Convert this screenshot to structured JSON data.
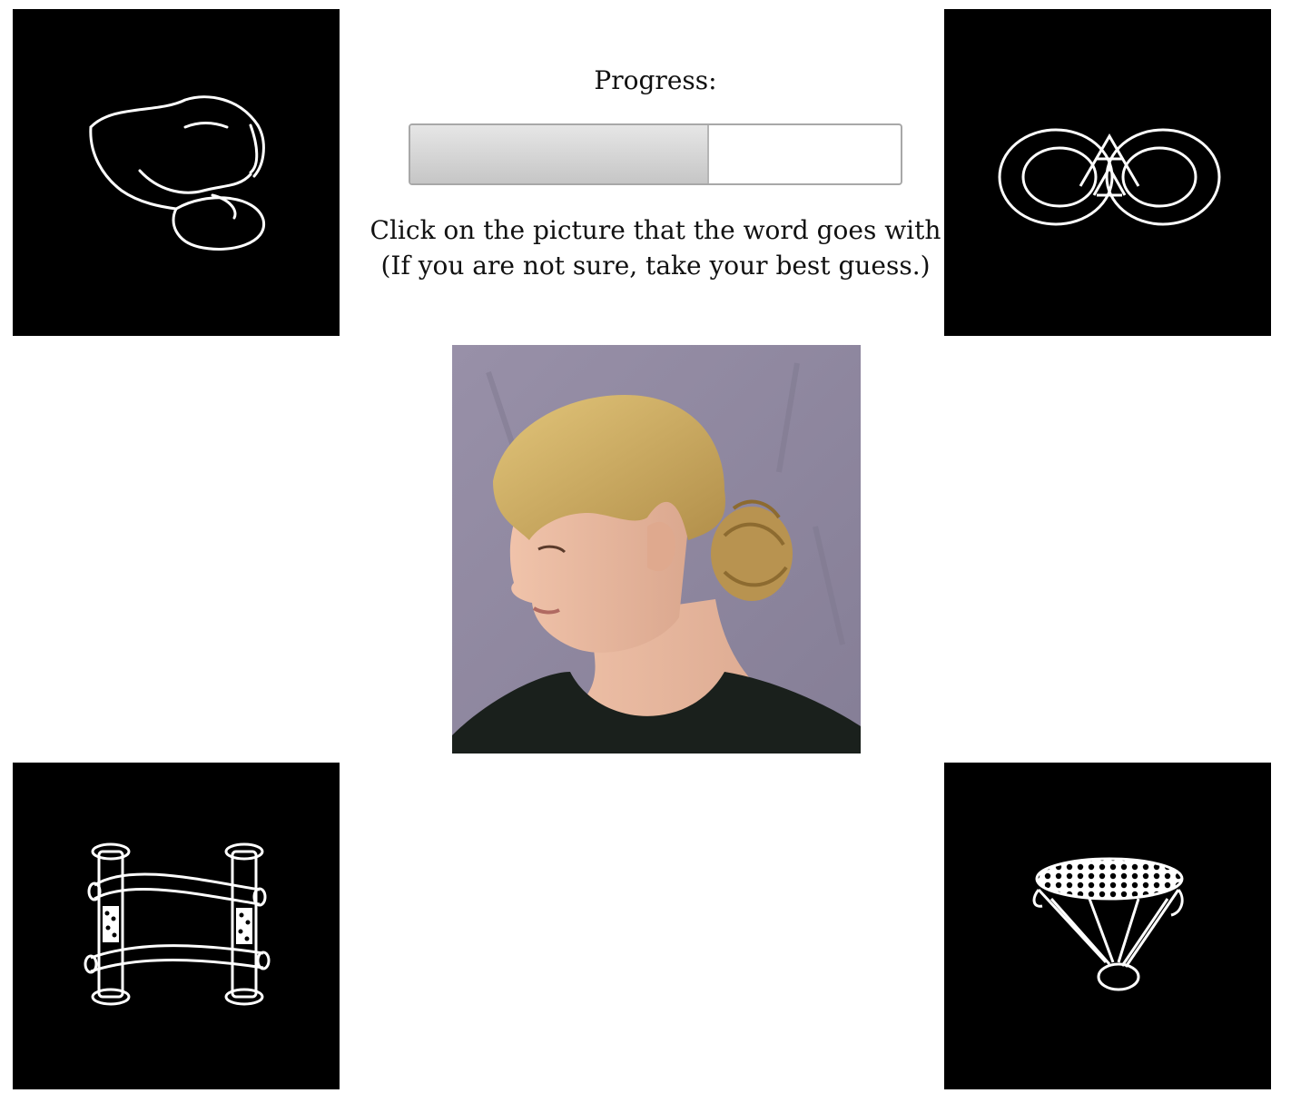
{
  "progress": {
    "label": "Progress:",
    "value_fraction": 0.61
  },
  "instructions": {
    "line1": "Click on the picture that the word goes with",
    "line2": "(If you are not sure, take your best guess.)"
  },
  "choices": [
    {
      "position": "top-left",
      "icon": "curled-loop-object-icon"
    },
    {
      "position": "top-right",
      "icon": "interlocked-rings-object-icon"
    },
    {
      "position": "bottom-left",
      "icon": "bar-frame-object-icon"
    },
    {
      "position": "bottom-right",
      "icon": "mesh-cone-object-icon"
    }
  ],
  "colors": {
    "choice_background": "#000000",
    "line_art": "#ffffff",
    "progress_fill": "#cccccc",
    "progress_border": "#a8a8a8"
  }
}
